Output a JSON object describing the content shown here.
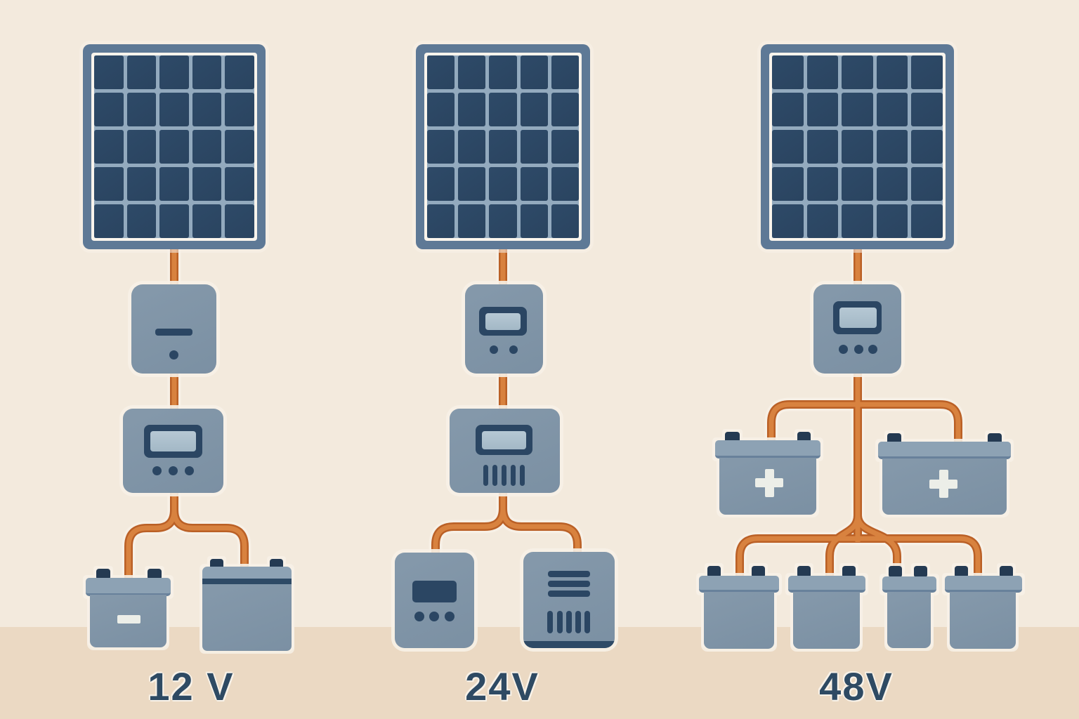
{
  "diagram_title": "",
  "palette": {
    "wall": "#f3eadd",
    "floor": "#ebd9c3",
    "panel_frame": "#5e7996",
    "panel_border": "#f9f4ec",
    "panel_cell": "#2e4a68",
    "panel_grid_line": "#93aabe",
    "device_body": "#8096a9",
    "detail_navy": "#2b4663",
    "screen": "#aabfcc",
    "wire_core": "#d8823f",
    "wire_edge": "#ba6026",
    "battery_cap": "#8da2b4",
    "terminal": "#243a52",
    "symbol_white": "#eceee8",
    "label_text": "#2e4a63"
  },
  "solar_panel": {
    "grid_rows": 5,
    "grid_cols": 5
  },
  "columns": [
    {
      "label": "12 V",
      "components": {
        "solar_panel": "solar-panel",
        "device_1": "dc-disconnect-box (minus slot + indicator dot)",
        "device_2": "charge-controller (display + 3 buttons)",
        "batteries": [
          "small battery with minus symbol",
          "large battery with top stripe"
        ]
      }
    },
    {
      "label": "24V",
      "components": {
        "solar_panel": "solar-panel",
        "device_1": "charge-controller (display + 2 buttons)",
        "device_2": "charge-controller (display + vent slots)",
        "loads": [
          "display monitor (screen + 3 buttons)",
          "inverter (3 bars + vent slots)"
        ]
      }
    },
    {
      "label": "48V",
      "components": {
        "solar_panel": "solar-panel",
        "device_1": "charge-controller (display + 3 buttons)",
        "batteries_mid": [
          "battery with plus symbol",
          "battery with plus symbol"
        ],
        "batteries_bottom": [
          "battery",
          "battery",
          "battery",
          "battery"
        ]
      }
    }
  ]
}
